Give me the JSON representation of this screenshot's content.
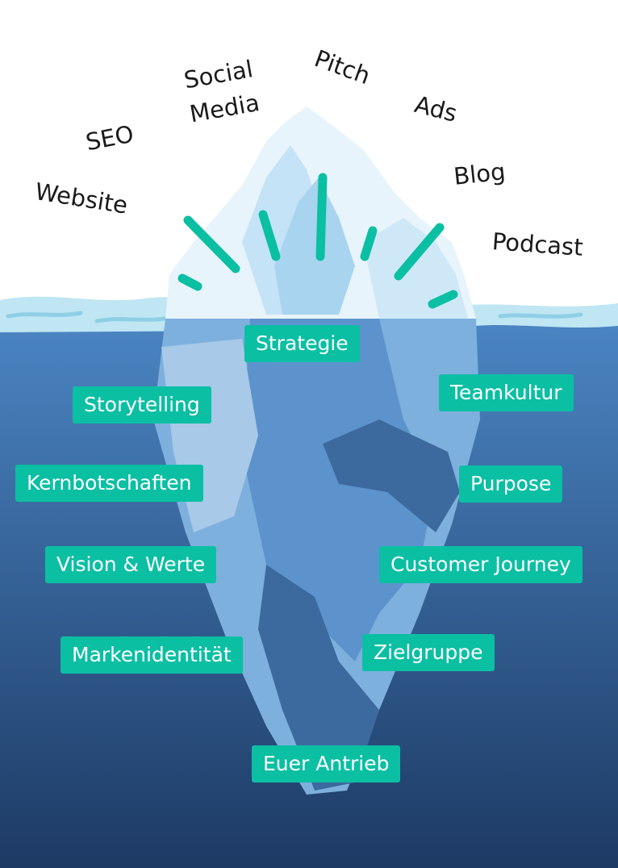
{
  "colors": {
    "water_top": "#4b86c4",
    "water_bottom": "#1d3a64",
    "surface_foam": "#bfe6f2",
    "ice_light": "#e8f4fb",
    "ice_mid": "#a8d4ef",
    "ice_under_light": "#7eb0dd",
    "ice_under_mid": "#5d93cc",
    "ice_under_dark": "#3d6a9e",
    "accent": "#0bbfa3",
    "tag_text": "#ffffff",
    "above_text": "#1a1a1a"
  },
  "above_water": [
    {
      "id": "website",
      "text": "Website"
    },
    {
      "id": "seo",
      "text": "SEO"
    },
    {
      "id": "social",
      "text": "Social"
    },
    {
      "id": "media",
      "text": "Media"
    },
    {
      "id": "pitch",
      "text": "Pitch"
    },
    {
      "id": "ads",
      "text": "Ads"
    },
    {
      "id": "blog",
      "text": "Blog"
    },
    {
      "id": "podcast",
      "text": "Podcast"
    }
  ],
  "below_water": [
    {
      "id": "strategie",
      "text": "Strategie"
    },
    {
      "id": "storytelling",
      "text": "Storytelling"
    },
    {
      "id": "teamkultur",
      "text": "Teamkultur"
    },
    {
      "id": "kernbotschaften",
      "text": "Kernbotschaften"
    },
    {
      "id": "purpose",
      "text": "Purpose"
    },
    {
      "id": "vision",
      "text": "Vision & Werte"
    },
    {
      "id": "customer-journey",
      "text": "Customer Journey"
    },
    {
      "id": "markenidentitaet",
      "text": "Markenidentität"
    },
    {
      "id": "zielgruppe",
      "text": "Zielgruppe"
    },
    {
      "id": "antrieb",
      "text": "Euer Antrieb"
    }
  ],
  "icons": {
    "iceberg": "iceberg-illustration",
    "rays": "highlight-rays-icon"
  }
}
